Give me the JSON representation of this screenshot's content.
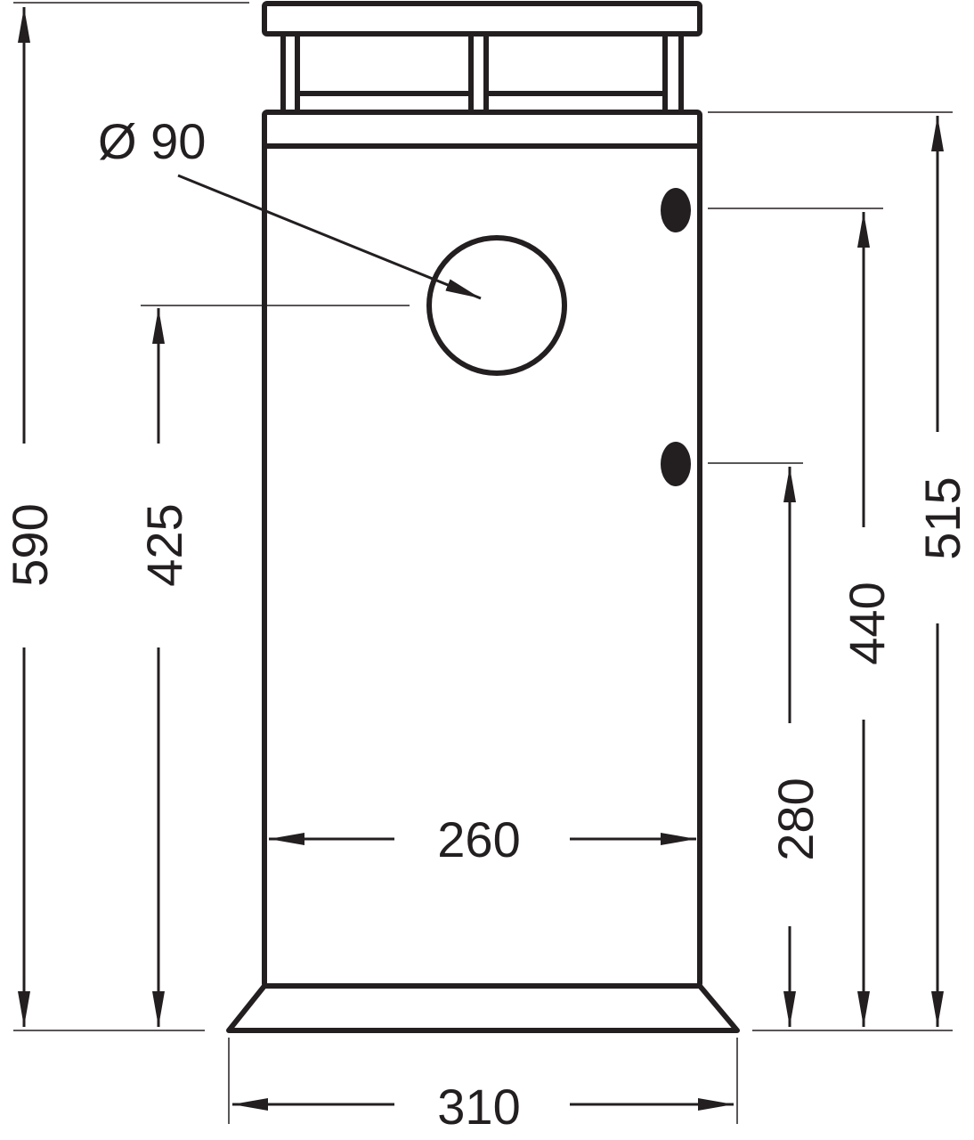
{
  "diagram": {
    "diameter_label": "Ø 90",
    "dimensions": {
      "total_height": "590",
      "hole_height": "425",
      "body_width": "260",
      "lower_mount_height": "280",
      "upper_mount_height": "440",
      "body_height": "515",
      "base_width": "310"
    },
    "line_color": "#231f20"
  }
}
